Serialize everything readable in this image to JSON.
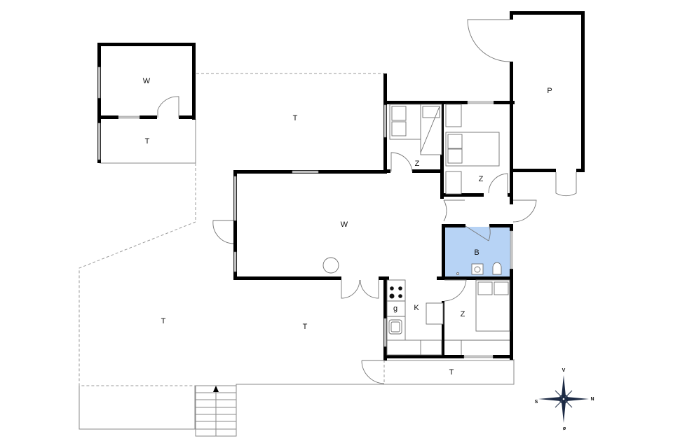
{
  "plan": {
    "type": "floor-plan",
    "colors": {
      "wall": "#000000",
      "bathroom_fill": "#b7d3f5",
      "window": "#c8c8c8",
      "outline": "#8a8a8a",
      "compass": "#1c2a44"
    },
    "rooms": [
      {
        "id": "annex-living",
        "label": "W",
        "meaning": "living room"
      },
      {
        "id": "annex-terrace",
        "label": "T",
        "meaning": "terrace"
      },
      {
        "id": "north-terrace",
        "label": "T",
        "meaning": "terrace"
      },
      {
        "id": "bedroom-bunk",
        "label": "Z",
        "meaning": "bedroom"
      },
      {
        "id": "bedroom-double-north",
        "label": "Z",
        "meaning": "bedroom"
      },
      {
        "id": "carport",
        "label": "P",
        "meaning": "parking"
      },
      {
        "id": "living-room",
        "label": "W",
        "meaning": "living room"
      },
      {
        "id": "bathroom",
        "label": "B",
        "meaning": "bathroom"
      },
      {
        "id": "kitchen",
        "label": "K",
        "meaning": "kitchen"
      },
      {
        "id": "kitchen-stove-label",
        "label": "g",
        "meaning": "gas"
      },
      {
        "id": "bedroom-double-south",
        "label": "Z",
        "meaning": "bedroom"
      },
      {
        "id": "west-terrace",
        "label": "T",
        "meaning": "terrace"
      },
      {
        "id": "south-terrace",
        "label": "T",
        "meaning": "terrace"
      },
      {
        "id": "east-terrace",
        "label": "T",
        "meaning": "terrace"
      }
    ],
    "compass": {
      "up": "V",
      "right": "N",
      "left": "S",
      "down": "ø"
    },
    "stairs": {
      "direction": "up",
      "steps": 7
    }
  }
}
